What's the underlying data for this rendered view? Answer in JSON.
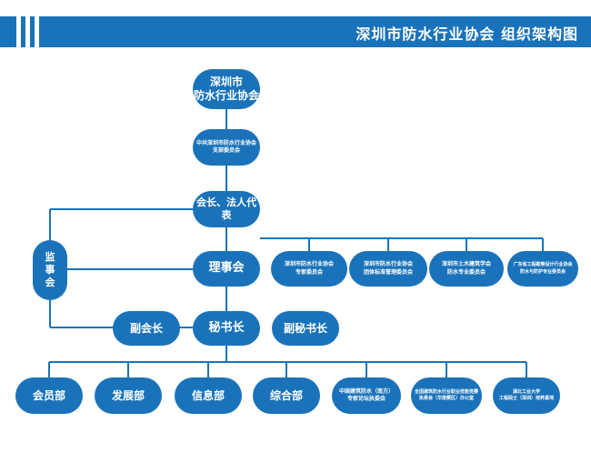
{
  "header": {
    "title": "深圳市防水行业协会  组织架构图"
  },
  "colors": {
    "accent": "#1a73ba",
    "background": "#ffffff",
    "text_on_accent": "#ffffff"
  },
  "nodes": {
    "root": "深圳市\n防水行业协会",
    "party_branch": "中共深圳市防水行业协会\n支部委员会",
    "president": "会长、法人代表",
    "supervisory": "监\n事\n会",
    "council": "理事会",
    "committees": [
      "深圳市防水行业协会\n专家委员会",
      "深圳市防水行业协会\n团体标准管理委员会",
      "深圳市土木建筑学会\n防水专业委员会",
      "广东省工程勘察设计行业协会\n防水与防护专业委员会"
    ],
    "vice_president": "副会长",
    "secretary_general": "秘书长",
    "deputy_secretary_general": "副秘书长",
    "departments": [
      "会员部",
      "发展部",
      "信息部",
      "综合部",
      "中国建筑防水（南方）\n专家论坛执委会",
      "全国建筑防水行业职业技能竞赛\n执委会（华南赛区）办公室",
      "湖北工业大学\n工程硕士（深圳）培养基地"
    ]
  }
}
